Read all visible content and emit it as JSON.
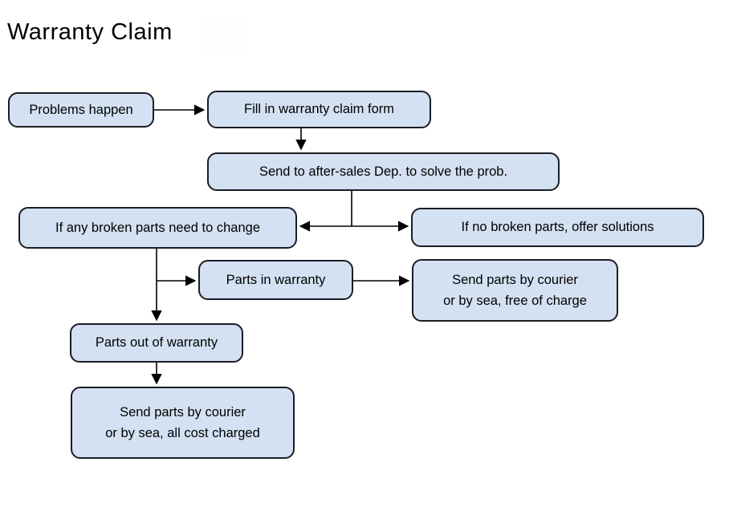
{
  "title": "Warranty Claim",
  "colors": {
    "background": "#ffffff",
    "node_fill": "#d3e1f2",
    "node_border": "#1c1c24",
    "arrow": "#000000",
    "text": "#000000"
  },
  "nodes": {
    "problems": {
      "label": "Problems happen"
    },
    "fill_form": {
      "label": "Fill in warranty claim form"
    },
    "send_dept": {
      "label": "Send to after-sales Dep. to solve the prob."
    },
    "broken_parts": {
      "label": "If any broken parts need to change"
    },
    "no_broken": {
      "label": "If no broken parts, offer solutions"
    },
    "in_warranty": {
      "label": "Parts in warranty"
    },
    "free_charge": {
      "line1": "Send parts by courier",
      "line2": "or by sea, free of charge"
    },
    "out_warranty": {
      "label": "Parts out of warranty"
    },
    "cost_charged": {
      "line1": "Send parts by courier",
      "line2": "or by sea, all cost charged"
    }
  },
  "edges": [
    {
      "from": "problems",
      "to": "fill_form",
      "style": "arrow-right"
    },
    {
      "from": "fill_form",
      "to": "send_dept",
      "style": "arrow-down"
    },
    {
      "from": "send_dept",
      "to": "broken_parts",
      "style": "split-arrow-left"
    },
    {
      "from": "send_dept",
      "to": "no_broken",
      "style": "split-arrow-right"
    },
    {
      "from": "broken_parts",
      "to": "in_warranty",
      "style": "branch-arrow-right"
    },
    {
      "from": "broken_parts",
      "to": "out_warranty",
      "style": "arrow-down"
    },
    {
      "from": "in_warranty",
      "to": "free_charge",
      "style": "arrow-right"
    },
    {
      "from": "out_warranty",
      "to": "cost_charged",
      "style": "arrow-down"
    }
  ]
}
